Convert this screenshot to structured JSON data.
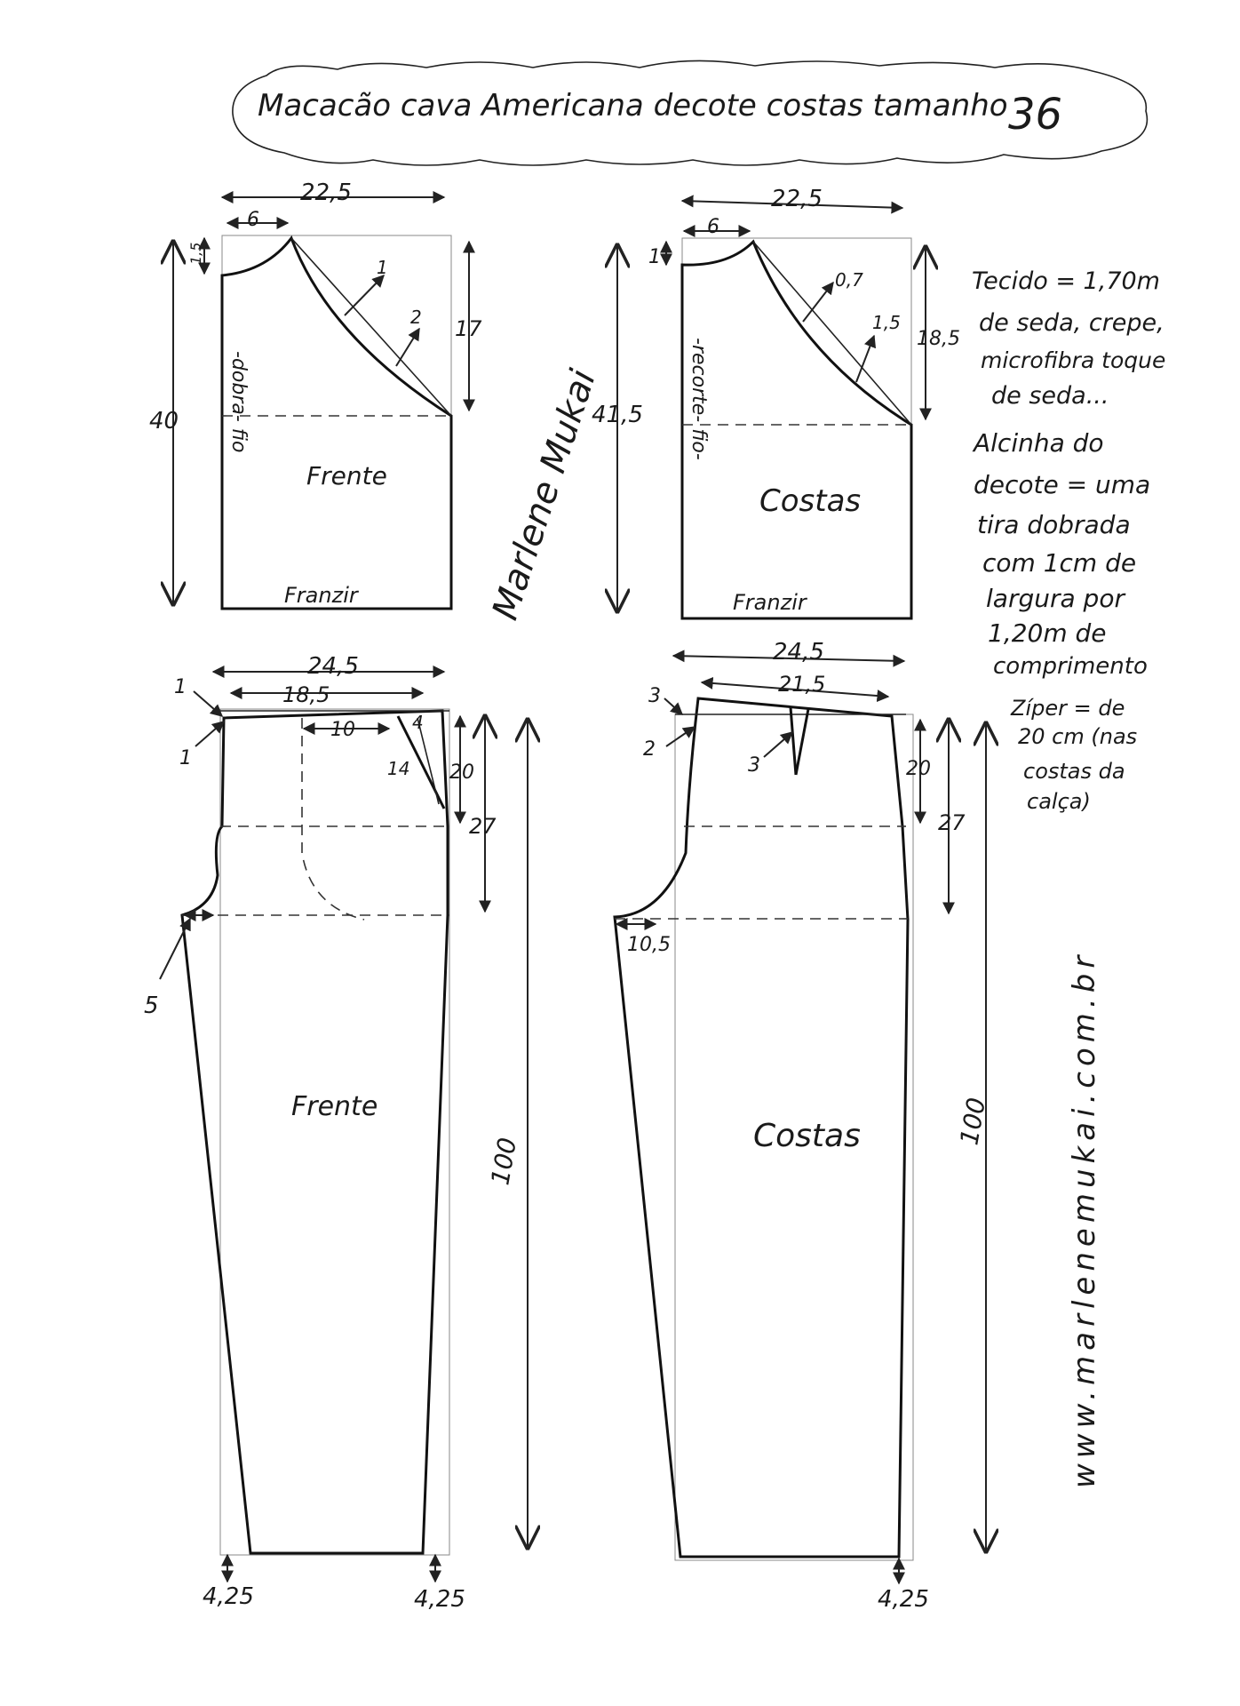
{
  "title": {
    "text": "Macacão cava Americana decote costas tamanho",
    "size": "36"
  },
  "notes": {
    "fabric": [
      "Tecido = 1,70m",
      "de seda, crepe,",
      "microfibra toque",
      "de seda..."
    ],
    "strap": [
      "Alcinha do",
      "decote = uma",
      "tira dobrada",
      "com 1cm de",
      "largura por",
      "1,20m de",
      "comprimento"
    ],
    "zipper": [
      "Zíper = de",
      "20 cm (nas",
      "costas da",
      "calça)"
    ]
  },
  "signature": "Marlene Mukai",
  "website": "www.marlenemukai.com.br",
  "bodice_front": {
    "label": "Frente",
    "hem_label": "Franzir",
    "side_label": "-dobra- fio",
    "width": "22,5",
    "neck_width": "6",
    "neck_drop": "1,5",
    "armhole_depth": "17",
    "length": "40",
    "armhole_offset_1": "1",
    "armhole_offset_2": "2"
  },
  "bodice_back": {
    "label": "Costas",
    "hem_label": "Franzir",
    "side_label": "-recorte- fio-",
    "width": "22,5",
    "neck_width": "6",
    "neck_drop": "1",
    "armhole_depth": "18,5",
    "length": "41,5",
    "armhole_offset_1": "0,7",
    "armhole_offset_2": "1,5"
  },
  "pants_front": {
    "label": "Frente",
    "width_total": "24,5",
    "waist_width": "18,5",
    "pocket_width": "10",
    "pocket_depth": "14",
    "dart": "4",
    "top_offset_1": "1",
    "top_offset_2": "1",
    "hip_depth": "20",
    "crotch_depth": "27",
    "crotch_ext": "5",
    "length": "100",
    "hem_left": "4,25",
    "hem_right": "4,25"
  },
  "pants_back": {
    "label": "Costas",
    "width_total": "24,5",
    "waist_width": "21,5",
    "top_offset": "3",
    "side_offset": "2",
    "dart": "3",
    "hip_depth": "20",
    "crotch_depth": "27",
    "crotch_ext": "10,5",
    "length": "100",
    "hem": "4,25"
  }
}
